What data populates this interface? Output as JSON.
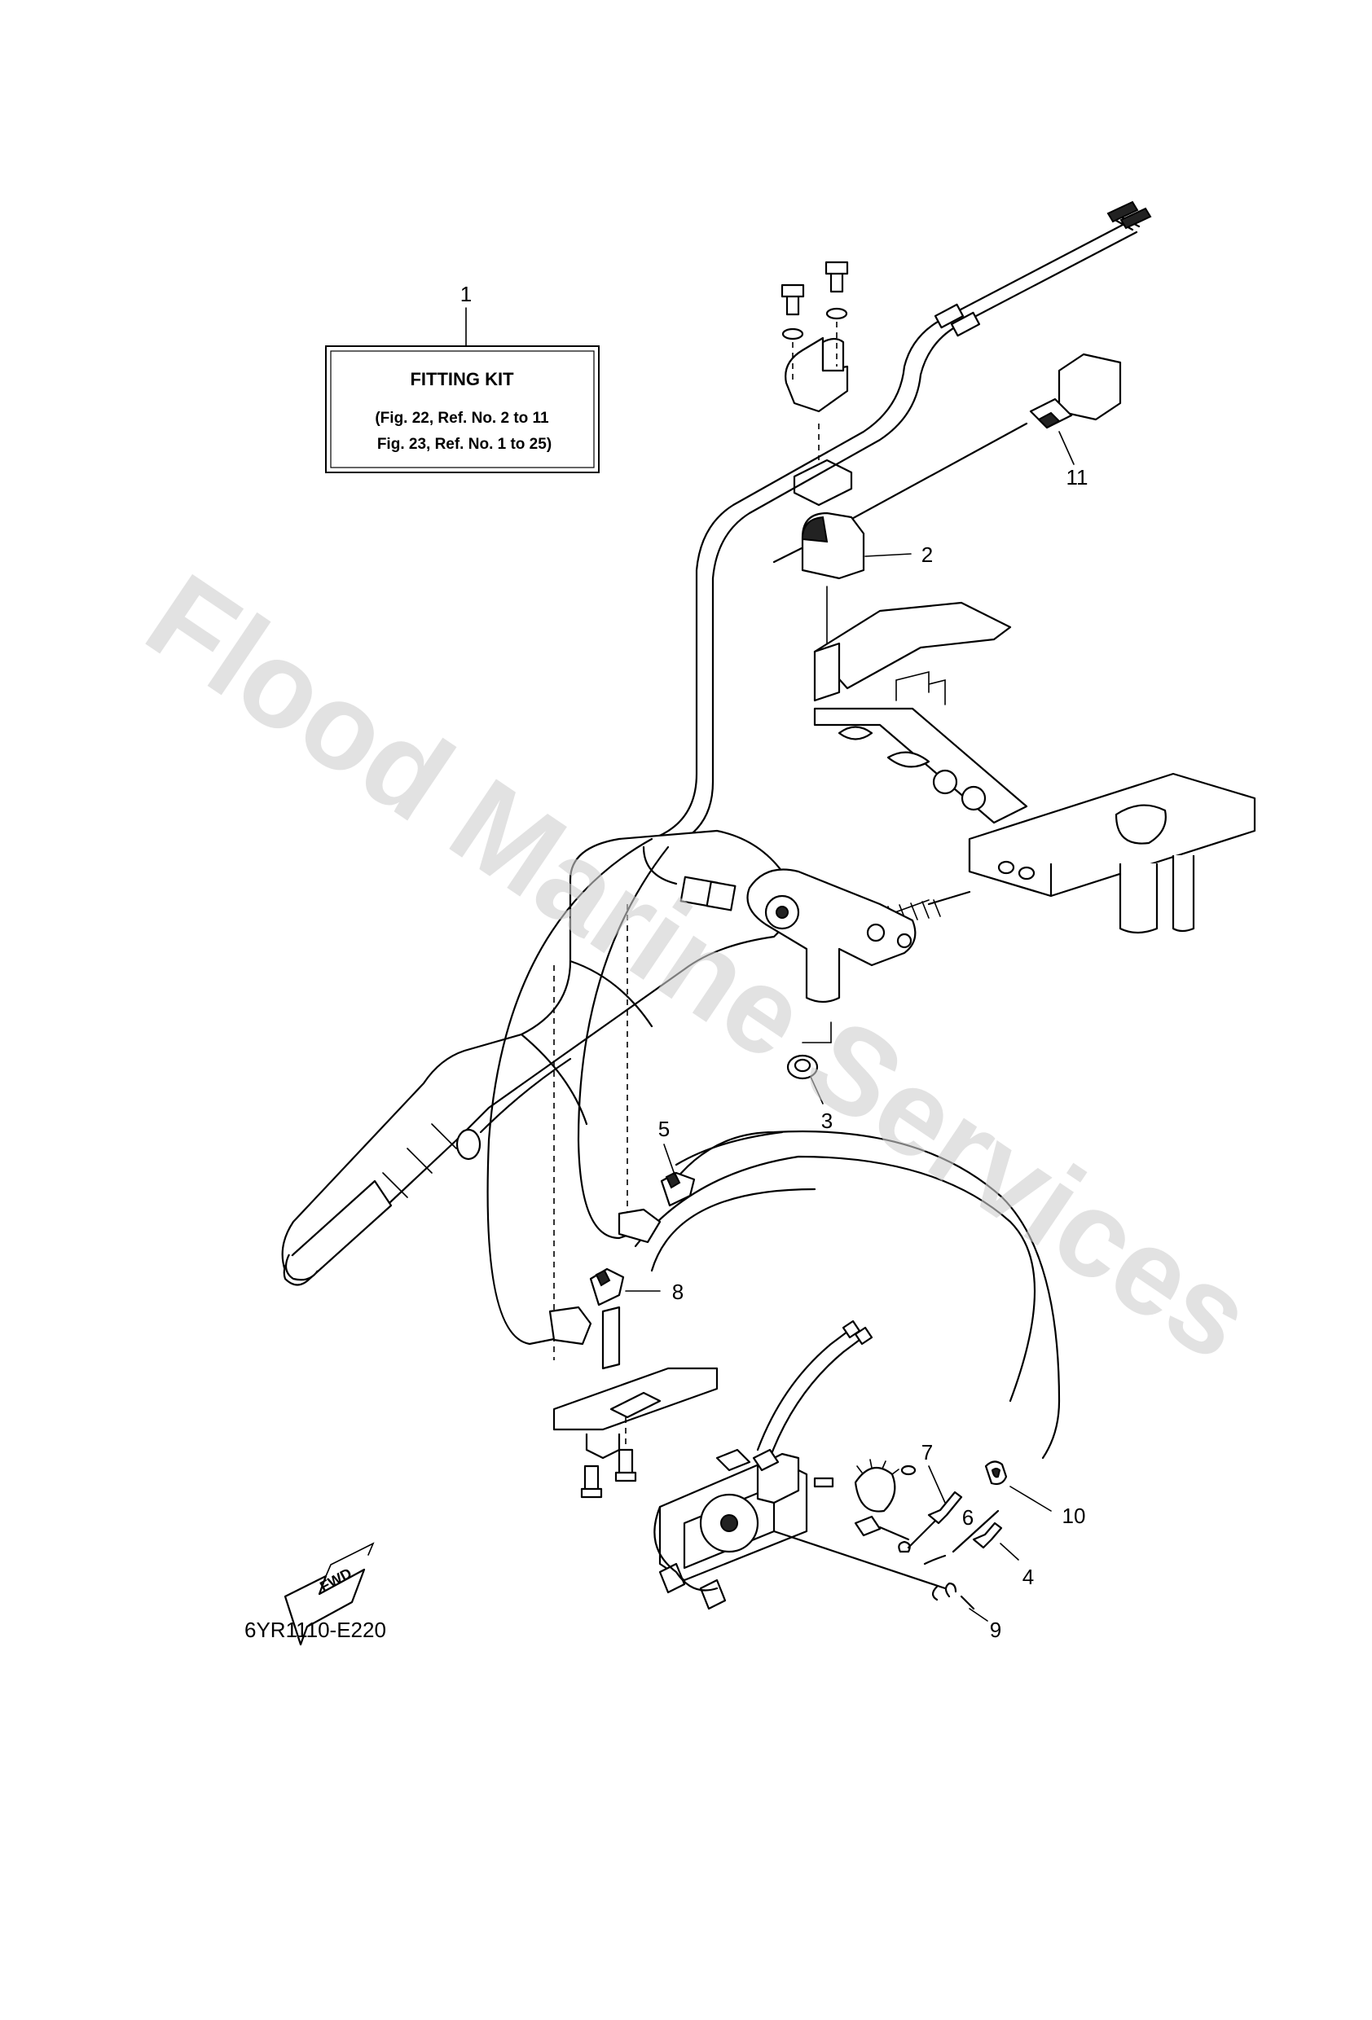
{
  "fitting_kit": {
    "ref": "1",
    "title": "FITTING KIT",
    "line1": "(Fig. 22, Ref. No. 2 to 11",
    "line2": "Fig. 23, Ref. No. 1 to 25)"
  },
  "callouts": {
    "c2": "2",
    "c3": "3",
    "c4": "4",
    "c5": "5",
    "c6": "6",
    "c7": "7",
    "c8": "8",
    "c9": "9",
    "c10": "10",
    "c11": "11"
  },
  "fwd_label": "FWD",
  "diagram_code": "6YR1110-E220",
  "watermark": "Flood Marine Services"
}
